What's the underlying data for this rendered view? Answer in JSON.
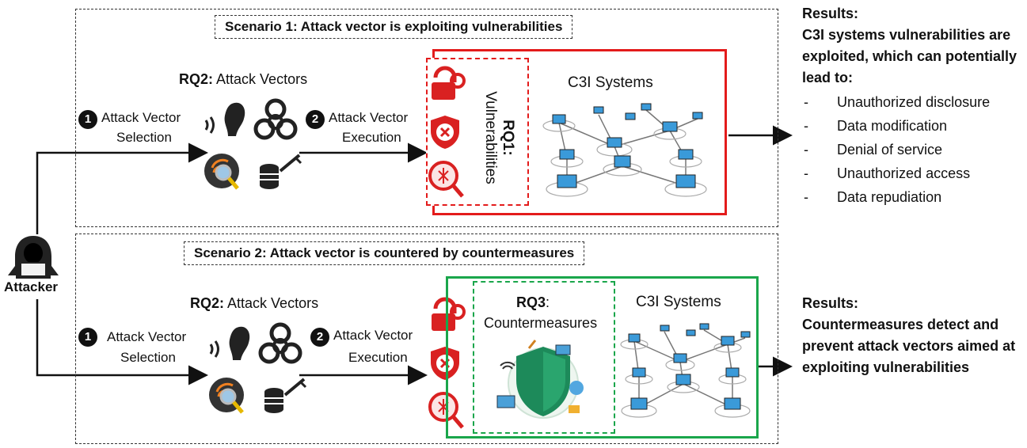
{
  "attacker": {
    "label": "Attacker"
  },
  "scenario1": {
    "title": "Scenario 1: Attack vector is exploiting vulnerabilities",
    "rq2_prefix": "RQ2:",
    "rq2_text": " Attack Vectors",
    "step1_num": "1",
    "step1_label_a": "Attack Vector",
    "step1_label_b": "Selection",
    "step2_num": "2",
    "step2_label_a": "Attack Vector",
    "step2_label_b": "Execution",
    "rq1_prefix": "RQ1:",
    "rq1_text": "Vulnerabilities",
    "systems_label": "C3I Systems",
    "results_title": "Results:",
    "results_body": "C3I systems vulnerabilities are exploited, which can potentially lead to:",
    "results_items": [
      "Unauthorized disclosure",
      "Data modification",
      "Denial of service",
      "Unauthorized access",
      "Data repudiation"
    ]
  },
  "scenario2": {
    "title": "Scenario 2:  Attack vector is countered by countermeasures",
    "rq2_prefix": "RQ2:",
    "rq2_text": " Attack Vectors",
    "step1_num": "1",
    "step1_label_a": "Attack Vector",
    "step1_label_b": "Selection",
    "step2_num": "2",
    "step2_label_a": "Attack Vector",
    "step2_label_b": "Execution",
    "rq3_prefix": "RQ3",
    "rq3_suffix": ":",
    "rq3_text": "Countermeasures",
    "systems_label": "C3I Systems",
    "results_title": "Results:",
    "results_body": "Countermeasures detect and prevent attack vectors aimed at exploiting vulnerabilities"
  },
  "colors": {
    "scenario1_accent": "#e31b1b",
    "scenario2_accent": "#1aa64b",
    "network_blue": "#3a9ad9",
    "icon_dark": "#222222"
  },
  "icons": [
    "attacker-icon",
    "social-engineering-icon",
    "biohazard-icon",
    "wifi-search-icon",
    "sql-injection-icon",
    "lock-icon",
    "shield-error-icon",
    "bug-search-icon",
    "network-icon",
    "security-shield-icon"
  ]
}
